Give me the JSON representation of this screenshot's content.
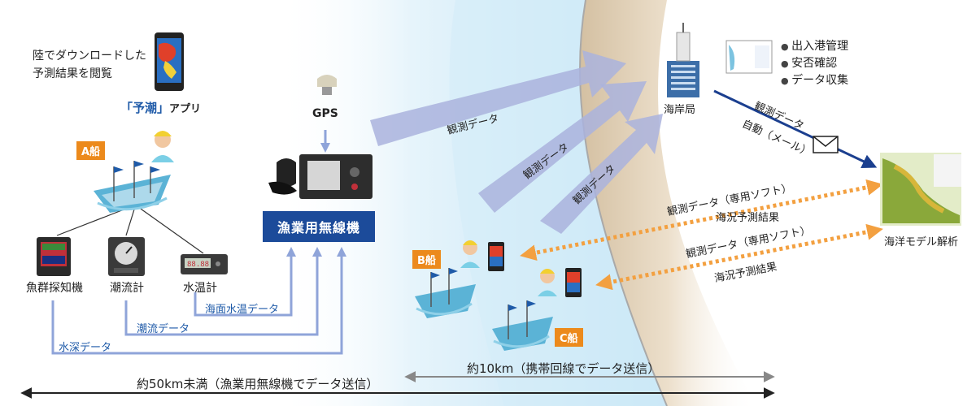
{
  "app": {
    "caption_line1": "陸でダウンロードした",
    "caption_line2": "予測結果を閲覧",
    "label_quoted": "「予潮」",
    "label_suffix": "アプリ"
  },
  "ships": {
    "a": "A船",
    "b": "B船",
    "c": "C船"
  },
  "instruments": {
    "fish_finder": "魚群探知機",
    "current_meter": "潮流計",
    "thermometer": "水温計"
  },
  "data_lines": {
    "surface_temp": "海面水温データ",
    "current": "潮流データ",
    "depth": "水深データ"
  },
  "gps": "GPS",
  "radio": "漁業用無線機",
  "obs_data": "観測データ",
  "coast_guard": {
    "label": "海岸局",
    "bullets": [
      "出入港管理",
      "安否確認",
      "データ収集"
    ]
  },
  "mail": {
    "line1": "観測データ",
    "line2": "自動（メール）"
  },
  "exchange": {
    "obs1": "観測データ（専用ソフト）",
    "forecast1": "海況予測結果",
    "obs2": "観測データ（専用ソフト）",
    "forecast2": "海況予測結果"
  },
  "ocean_model": "海洋モデル解析",
  "distances": {
    "long": "約50km未満（漁業用無線機でデータ送信）",
    "short": "約10km（携帯回線でデータ送信）"
  },
  "colors": {
    "radio_bg": "#1c4b9a",
    "badge": "#ec8a1c",
    "arrow_lavender": "#aab3dd",
    "arrow_orange": "#f3a040",
    "arrow_navy": "#1b3f8f",
    "line_blue": "#8fa4d9"
  }
}
